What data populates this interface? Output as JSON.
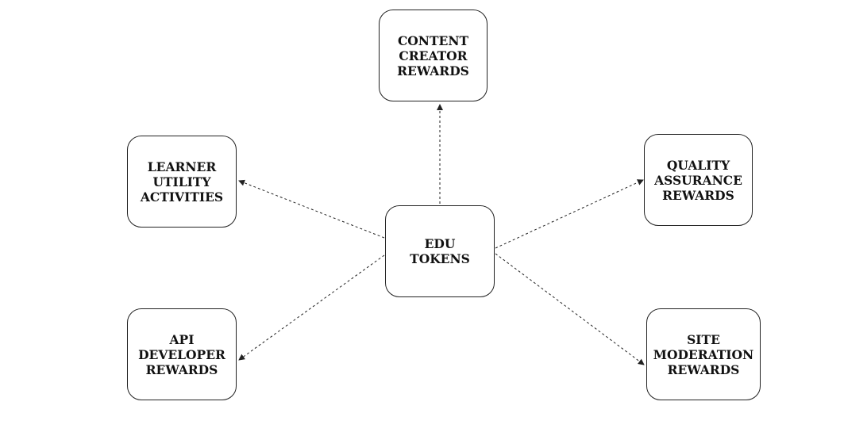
{
  "diagram": {
    "center": {
      "lines": [
        "EDU",
        "TOKENS"
      ]
    },
    "nodes": {
      "top": {
        "lines": [
          "CONTENT",
          "CREATOR",
          "REWARDS"
        ]
      },
      "upper_left": {
        "lines": [
          "LEARNER",
          "UTILITY",
          "ACTIVITIES"
        ]
      },
      "upper_right": {
        "lines": [
          "QUALITY",
          "ASSURANCE",
          "REWARDS"
        ]
      },
      "lower_left": {
        "lines": [
          "API",
          "DEVELOPER",
          "REWARDS"
        ]
      },
      "lower_right": {
        "lines": [
          "SITE",
          "MODERATION",
          "REWARDS"
        ]
      }
    },
    "edges": [
      {
        "from": "center",
        "to": "top",
        "style": "dashed",
        "arrow": "end"
      },
      {
        "from": "center",
        "to": "upper_left",
        "style": "dashed",
        "arrow": "end"
      },
      {
        "from": "center",
        "to": "upper_right",
        "style": "dashed",
        "arrow": "end"
      },
      {
        "from": "center",
        "to": "lower_left",
        "style": "dashed",
        "arrow": "end"
      },
      {
        "from": "center",
        "to": "lower_right",
        "style": "dashed",
        "arrow": "end"
      }
    ],
    "colors": {
      "stroke": "#222222",
      "text": "#111111",
      "background": "#ffffff"
    }
  }
}
